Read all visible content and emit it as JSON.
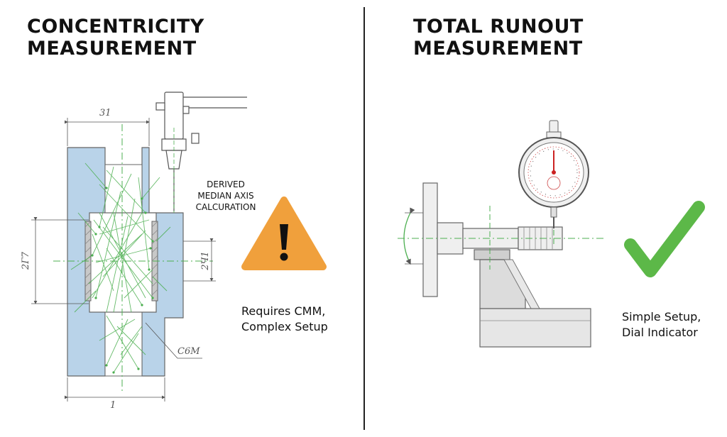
{
  "left": {
    "title_line1": "CONCENTRICITY",
    "title_line2": "MEASUREMENT",
    "annotation_line1": "DERIVED",
    "annotation_line2": "MEDIAN AXIS",
    "annotation_line3": "CALCURATION",
    "caption_line1": "Requires CMM,",
    "caption_line2": "Complex Setup",
    "dim_top": "31",
    "dim_left": "2Г7",
    "dim_right": "2Ч1",
    "dim_bottom": "1",
    "label_part": "C6M",
    "icon": "warning-icon",
    "icon_color": "#f0a03c"
  },
  "right": {
    "title_line1": "TOTAL RUNOUT",
    "title_line2": "MEASUREMENT",
    "caption_line1": "Simple Setup,",
    "caption_line2": "Dial Indicator",
    "icon": "checkmark-icon",
    "icon_color": "#5cb848"
  },
  "colors": {
    "part_fill": "#b9d3e9",
    "vector_green": "#4caf50",
    "line": "#555555"
  }
}
